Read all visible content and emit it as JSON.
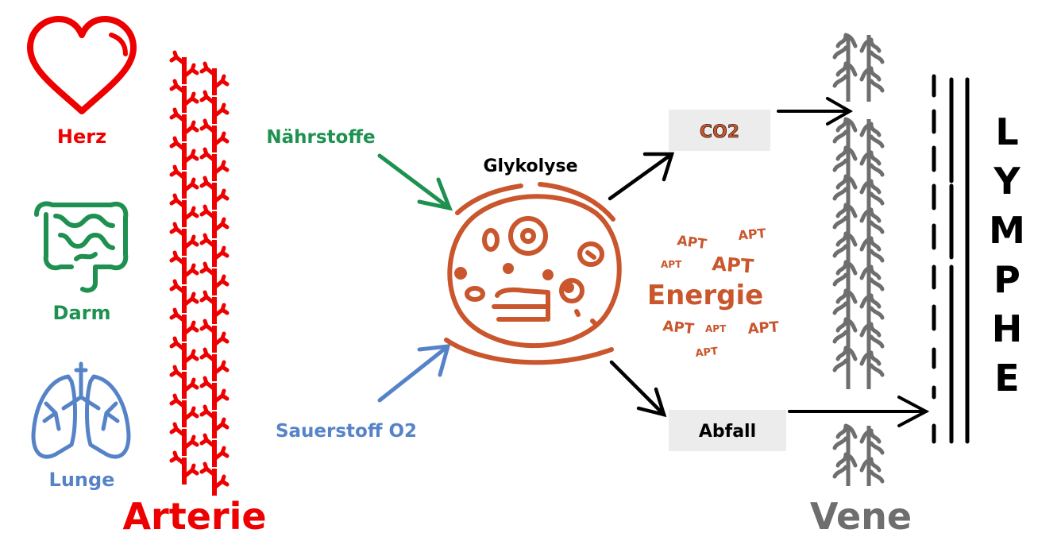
{
  "organs": {
    "heart": "Herz",
    "intestine": "Darm",
    "lung": "Lunge"
  },
  "vessels": {
    "artery": "Arterie",
    "vein": "Vene",
    "lymph": [
      "L",
      "Y",
      "M",
      "P",
      "H",
      "E"
    ]
  },
  "inputs": {
    "nutrients": "Nährstoffe",
    "oxygen": "Sauerstoff O2"
  },
  "cell": {
    "process": "Glykolyse",
    "energy": "Energie",
    "apt_label": "APT"
  },
  "outputs": {
    "co2": "CO2",
    "waste": "Abfall"
  },
  "colors": {
    "red": "#ee0000",
    "green": "#1e9150",
    "blue": "#5683c8",
    "cell": "#c9562d",
    "gray": "#6e6e6e",
    "box": "#ececec",
    "black": "#000000"
  }
}
